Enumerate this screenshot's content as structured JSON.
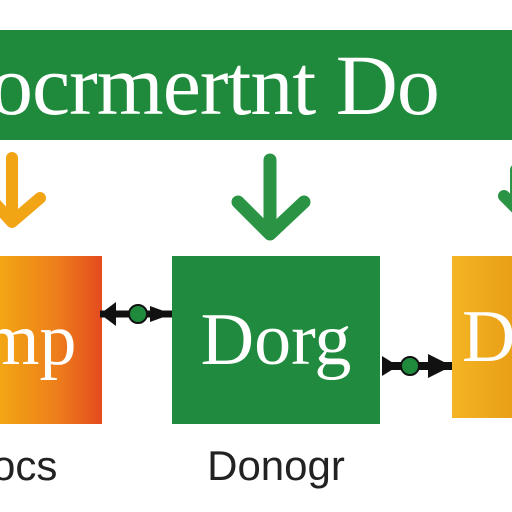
{
  "banner": {
    "text": "ocrmertnt Do",
    "color": "#1f8a3c"
  },
  "boxes": [
    {
      "id": "left",
      "text": "mp",
      "colors": [
        "#f2a614",
        "#e8531f"
      ]
    },
    {
      "id": "center",
      "text": "Dorg",
      "color": "#208a3e"
    },
    {
      "id": "right",
      "text": "D",
      "colors": [
        "#f3b21c",
        "#e39a14"
      ]
    }
  ],
  "captions": {
    "left": "ocs",
    "center": "Donogr"
  },
  "arrow_colors": {
    "down_orange": "#f2a514",
    "down_green": "#2a9444",
    "connector": "#111111",
    "connector_dot": "#1f8a3c"
  }
}
